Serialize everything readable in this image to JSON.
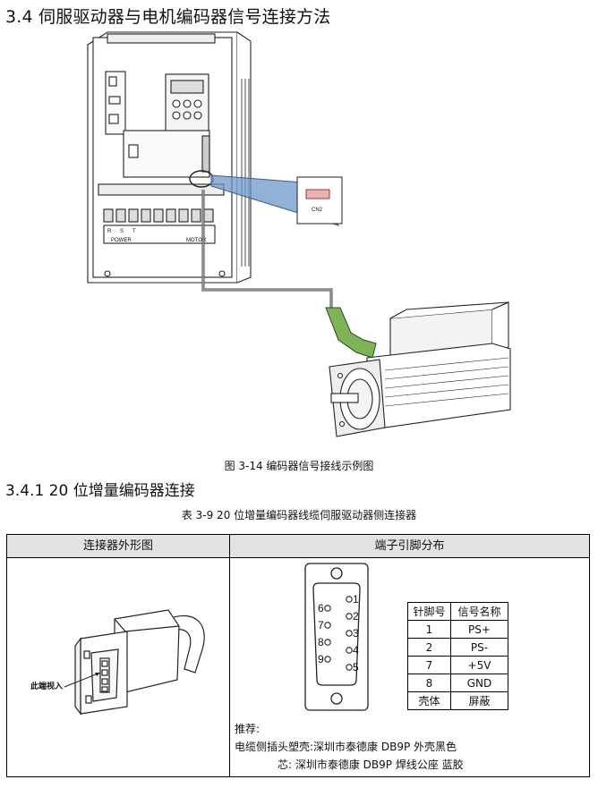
{
  "section_title": "3.4 伺服驱动器与电机编码器信号连接方法",
  "figure": {
    "caption": "图 3-14 编码器信号接线示例图",
    "drive_labels": [
      "R",
      "S",
      "T",
      "POWER",
      "MOTOR",
      "CN2"
    ]
  },
  "subsection_title": "3.4.1 20 位增量编码器连接",
  "table_caption": "表 3-9 20 位增量编码器线缆伺服驱动器侧连接器",
  "main_table": {
    "col1_header": "连接器外形图",
    "col2_header": "端子引脚分布",
    "connector_label": "此端视入"
  },
  "db9_pins": [
    "1",
    "2",
    "3",
    "4",
    "5",
    "6",
    "7",
    "8",
    "9"
  ],
  "pin_table": {
    "headers": [
      "针脚号",
      "信号名称"
    ],
    "rows": [
      [
        "1",
        "PS+"
      ],
      [
        "2",
        "PS-"
      ],
      [
        "7",
        "+5V"
      ],
      [
        "8",
        "GND"
      ],
      [
        "壳体",
        "屏蔽"
      ]
    ]
  },
  "recommendation": {
    "title": "推荐:",
    "line1": "电缆侧插头塑壳:深圳市泰德康  DB9P 外壳黑色",
    "line2": "芯:  深圳市泰德康 DB9P 焊线公座 蓝胶"
  }
}
